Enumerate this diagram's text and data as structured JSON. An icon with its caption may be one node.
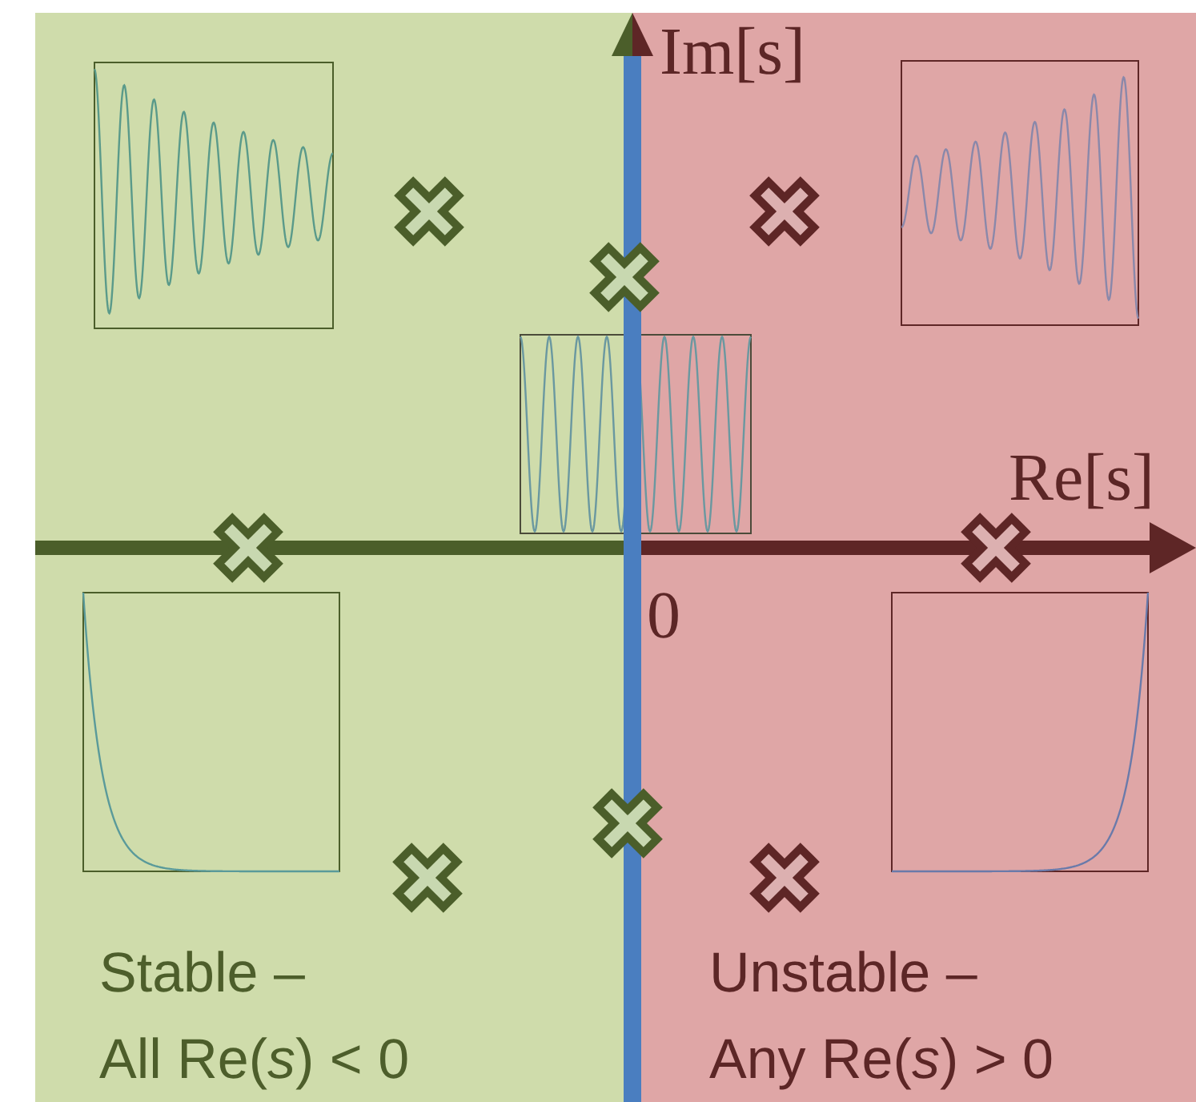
{
  "diagram": {
    "nodes": [
      {
        "text": [
          "Stable –",
          "All Re(*s*) < 0"
        ]
      },
      {
        "text": [
          "Unstable –",
          "Any Re(*s*) > 0"
        ]
      }
    ],
    "labels": [
      "Im[s]",
      "Re[s]",
      "0"
    ]
  }
}
